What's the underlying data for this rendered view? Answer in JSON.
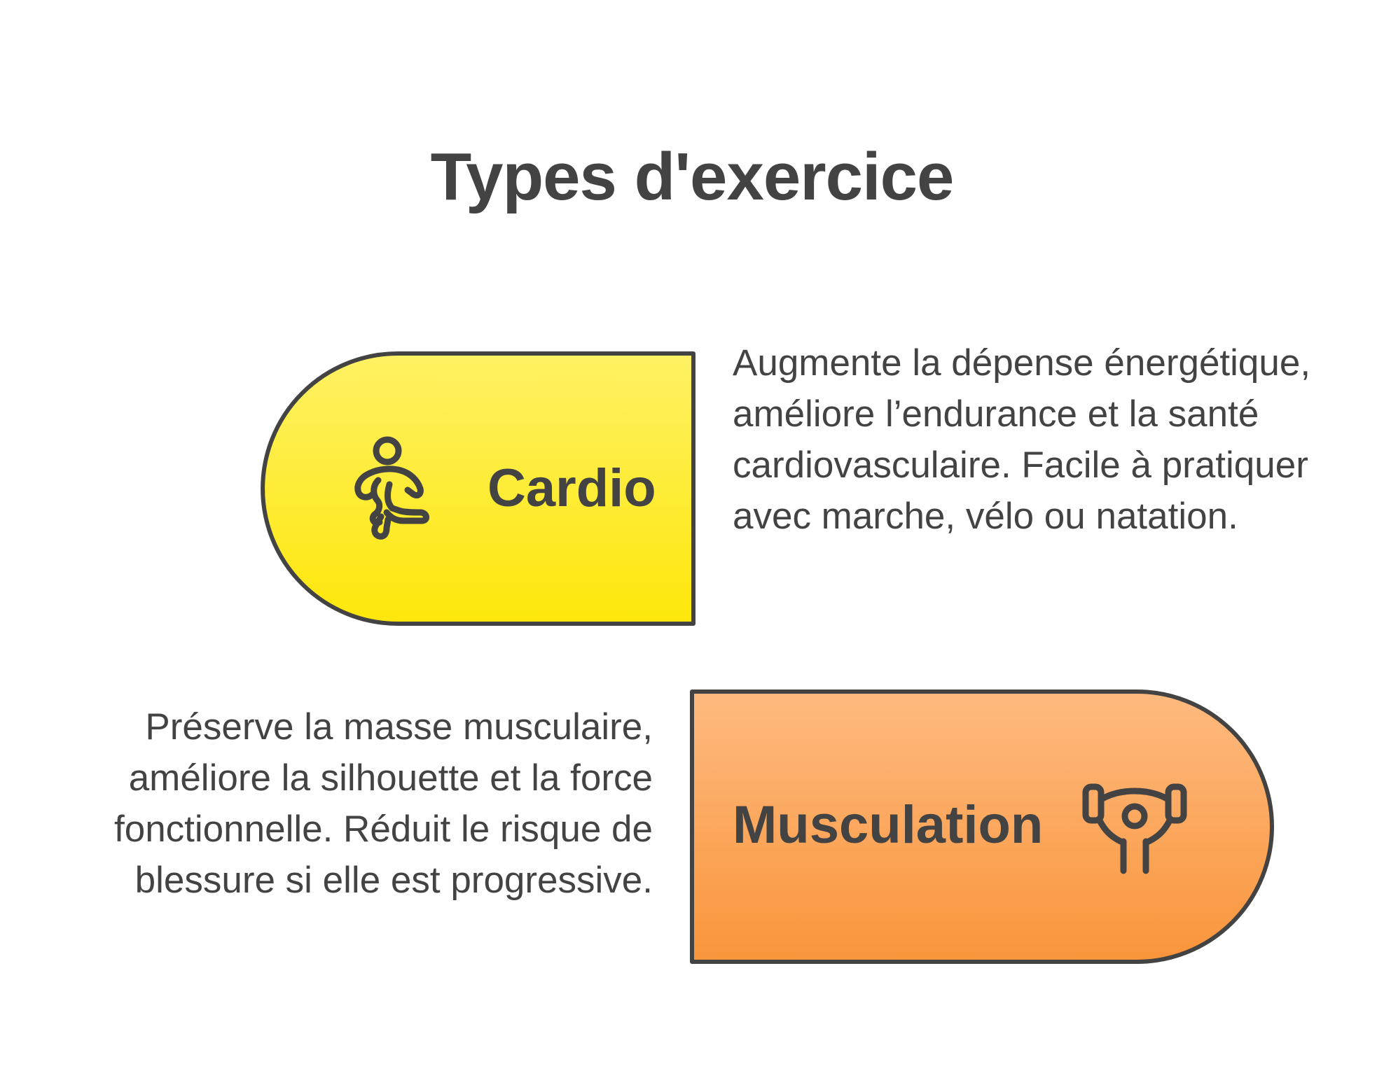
{
  "title": "Types d'exercice",
  "colors": {
    "text": "#434343",
    "outline": "#434343",
    "cardio_fill_top": "#fff165",
    "cardio_fill_bottom": "#fde70a",
    "musculation_fill_top": "#feba80",
    "musculation_fill_bottom": "#f9953b"
  },
  "cards": [
    {
      "label": "Cardio",
      "icon": "running-person-icon",
      "description": "Augmente la dépense énergétique, améliore l’endurance et la santé cardiovasculaire. Facile à pratiquer avec marche, vélo ou natation."
    },
    {
      "label": "Musculation",
      "icon": "weightlifter-icon",
      "description": "Préserve la masse musculaire, améliore la silhouette et la force fonctionnelle. Réduit le risque de blessure si elle est progressive."
    }
  ]
}
